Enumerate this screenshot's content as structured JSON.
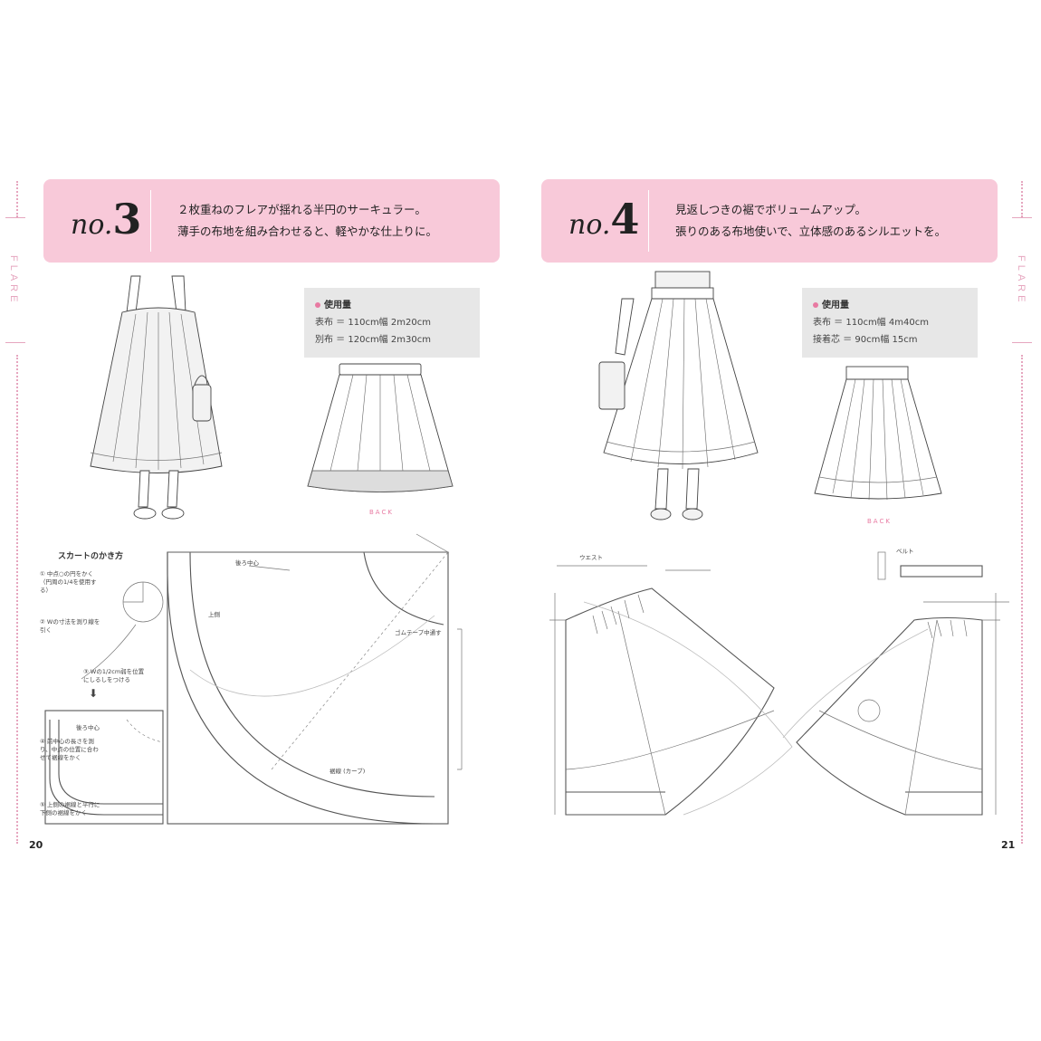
{
  "side_label": "FLARE",
  "left_page": {
    "number_prefix": "no.",
    "number": "3",
    "lead_line1": "２枚重ねのフレアが揺れる半円のサーキュラー。",
    "lead_line2": "薄手の布地を組み合わせると、軽やかな仕上りに。",
    "fabric_title": "使用量",
    "fabric_line1": "表布 ＝ 110cm幅 2m20cm",
    "fabric_line2": "別布 ＝ 120cm幅 2m30cm",
    "back_label": "BACK",
    "steps_title": "スカートのかき方",
    "steps": [
      "① 中点○の円をかく（円周の1/4を使用する）",
      "② Wの寸法を測り線を引く",
      "③ Wの1/2cm弱を位置にしるしをつける",
      "④ 前中心の長さを測り、中点の位置に合わせて裾線をかく",
      "⑤ 上側の裾線と平行に下側の裾線をかく"
    ],
    "step_arrow": "⬇",
    "page_number": "20",
    "draft_labels": {
      "center_back": "後ろ中心",
      "upper": "上側",
      "elastic": "ゴムテープ中通す",
      "hem": "裾線 (カーブ)",
      "back_center_small": "後ろ中心"
    }
  },
  "right_page": {
    "number_prefix": "no.",
    "number": "4",
    "lead_line1": "見返しつきの裾でボリュームアップ。",
    "lead_line2": "張りのある布地使いで、立体感のあるシルエットを。",
    "fabric_title": "使用量",
    "fabric_line1": "表布 ＝ 110cm幅 4m40cm",
    "fabric_line2": "接着芯 ＝ 90cm幅 15cm",
    "back_label": "BACK",
    "page_number": "21",
    "draft_labels": {
      "waistband": "ウエスト",
      "belt": "ベルト"
    }
  }
}
